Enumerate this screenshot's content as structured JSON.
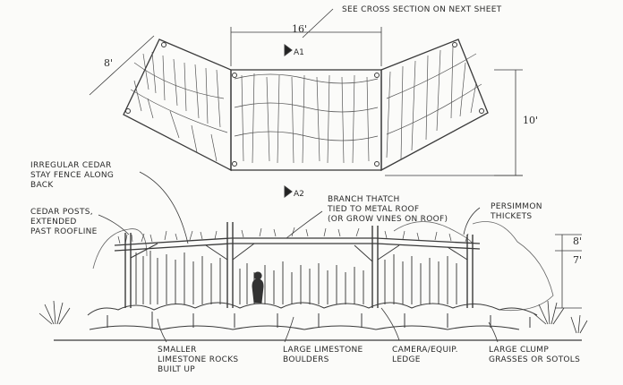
{
  "plan": {
    "section_note": "SEE CROSS SECTION ON NEXT SHEET",
    "dim_top": "16'",
    "dim_left": "8'",
    "dim_right": "10'",
    "marker_a1": "A1",
    "marker_a2": "A2"
  },
  "elevation": {
    "callouts": {
      "fence": "IRREGULAR CEDAR\nSTAY FENCE ALONG\nBACK",
      "posts": "CEDAR POSTS,\nEXTENDED\nPAST ROOFLINE",
      "thatch": "BRANCH THATCH\nTIED TO METAL ROOF\n(OR GROW VINES ON ROOF)",
      "persimmon": "PERSIMMON\nTHICKETS",
      "small_rocks": "SMALLER\nLIMESTONE ROCKS\nBUILT UP",
      "boulders": "LARGE LIMESTONE\nBOULDERS",
      "ledge": "CAMERA/EQUIP.\nLEDGE",
      "grasses": "LARGE CLUMP\nGRASSES OR SOTOLS"
    },
    "dim_upper": "8'",
    "dim_lower": "7'"
  }
}
